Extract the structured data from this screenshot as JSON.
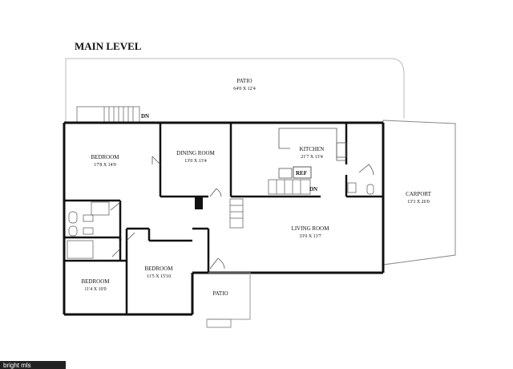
{
  "title": "MAIN LEVEL",
  "rooms": {
    "patio_top": {
      "name": "PATIO",
      "dims": "64'0 X 12'4"
    },
    "bedroom1": {
      "name": "BEDROOM",
      "dims": "17'8 X 14'0"
    },
    "dining": {
      "name": "DINING ROOM",
      "dims": "13'0 X 13'4"
    },
    "kitchen": {
      "name": "KITCHEN",
      "dims": "21'7 X 13'4"
    },
    "carport": {
      "name": "CARPORT",
      "dims": "13'3 X 26'0"
    },
    "living": {
      "name": "LIVING ROOM",
      "dims": "33'0 X 13'7"
    },
    "bedroom2": {
      "name": "BEDROOM",
      "dims": "11'5 X 15'10"
    },
    "bedroom3": {
      "name": "BEDROOM",
      "dims": "11'4 X 10'0"
    },
    "patio_bottom": {
      "name": "PATIO"
    }
  },
  "labels": {
    "ref": "REF",
    "dn_top": "DN",
    "dn_mid": "DN"
  },
  "watermark": "bright mls"
}
